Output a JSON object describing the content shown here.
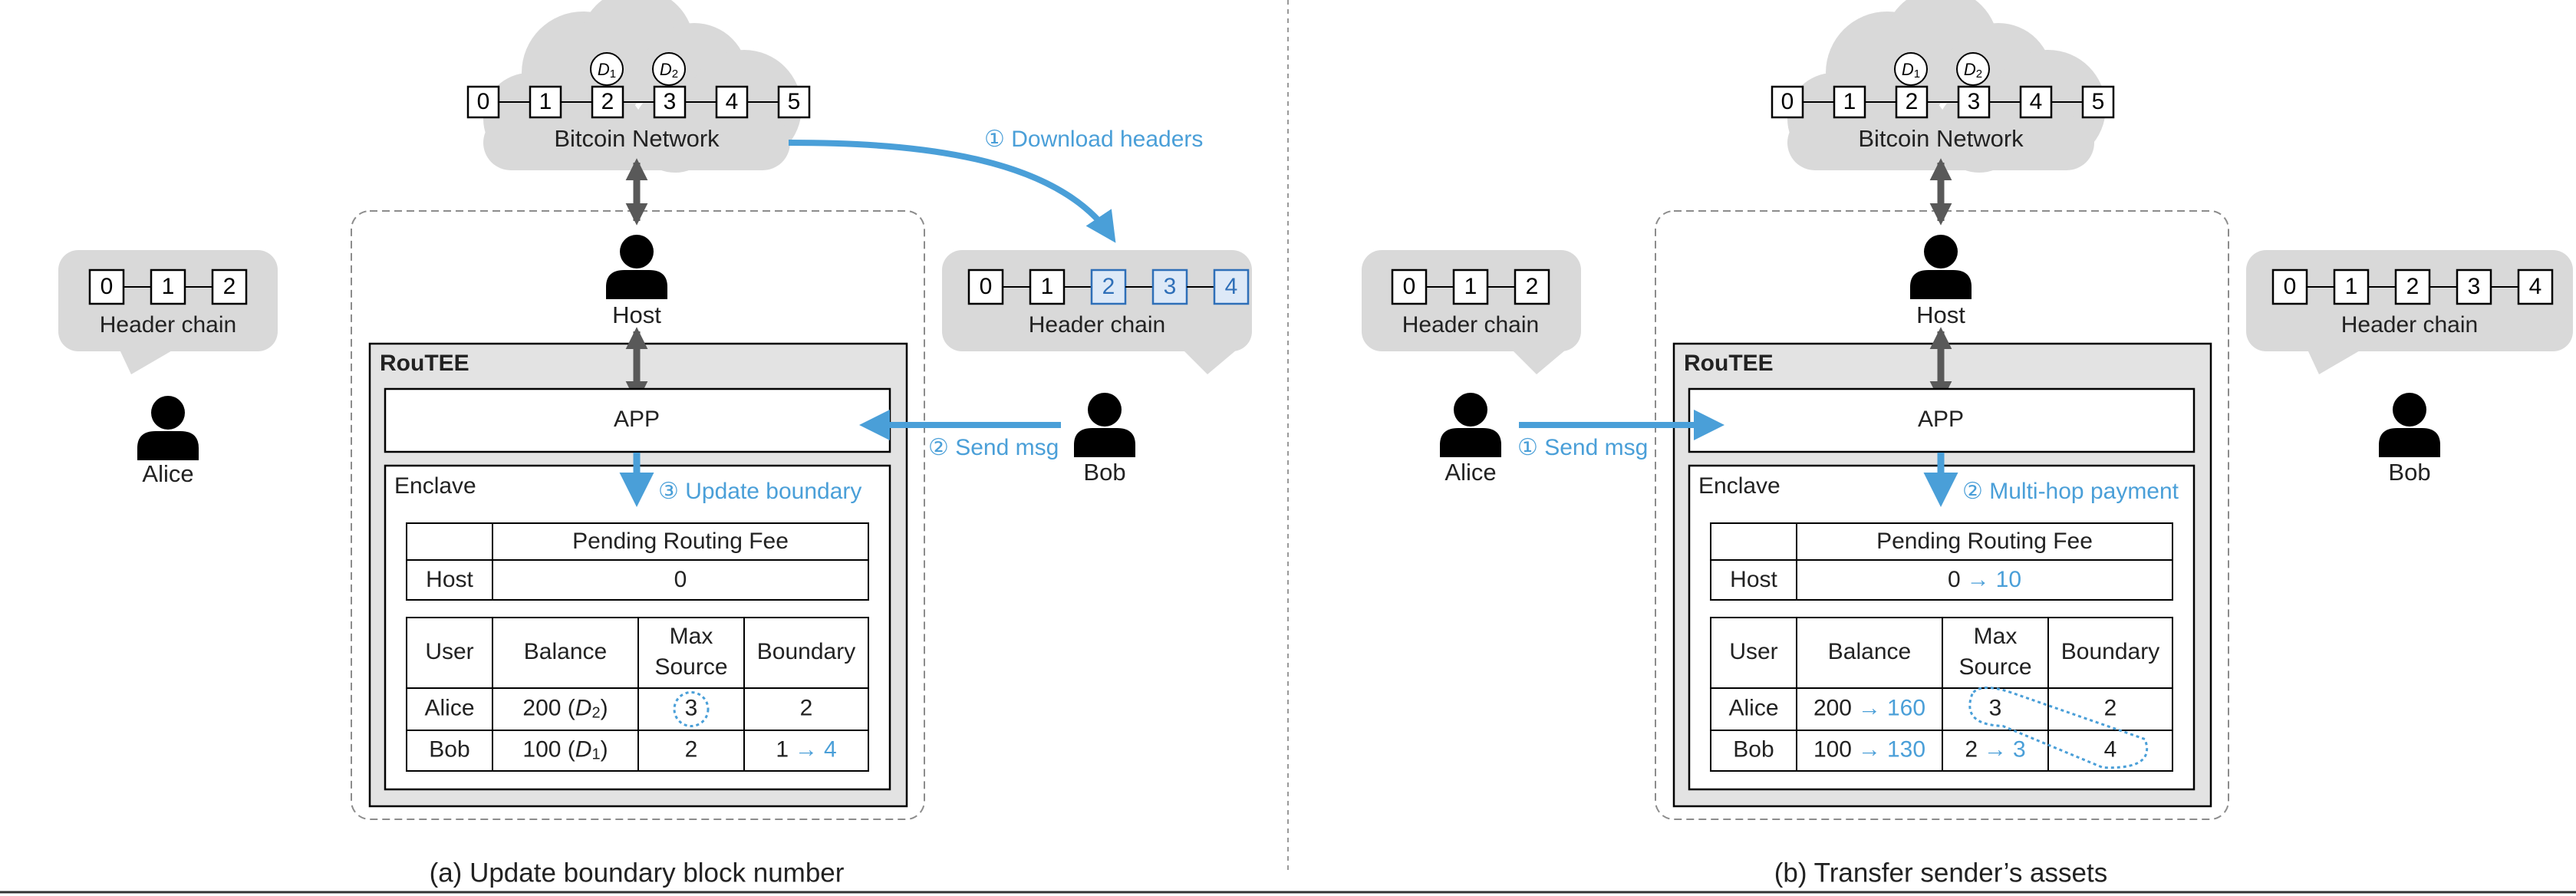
{
  "colors": {
    "accent": "#4a9fd8",
    "gray": "#d9d9d9",
    "dark": "#595959",
    "text": "#222222"
  },
  "icons": {
    "user": "person-silhouette-icon",
    "cloud": "cloud-icon",
    "bubble": "speech-bubble-icon"
  },
  "common": {
    "bitcoin_network": "Bitcoin Network",
    "header_chain": "Header chain",
    "host": "Host",
    "routee": "RouTEE",
    "app": "APP",
    "enclave": "Enclave",
    "pending_routing_fee": "Pending Routing Fee",
    "col_user": "User",
    "col_balance": "Balance",
    "col_max": "Max",
    "col_source": "Source",
    "col_boundary": "Boundary",
    "alice": "Alice",
    "bob": "Bob",
    "arrow": "→",
    "d_letter": "D",
    "chain_blocks": [
      "0",
      "1",
      "2",
      "3",
      "4",
      "5"
    ],
    "deposit_subs": [
      "1",
      "2"
    ]
  },
  "panel_a": {
    "caption": "(a) Update boundary block number",
    "step_download": "① Download headers",
    "step_send": "② Send msg",
    "step_update": "③ Update boundary",
    "alice_header_chain": [
      "0",
      "1",
      "2"
    ],
    "bob_header_chain": [
      "0",
      "1",
      "2",
      "3",
      "4"
    ],
    "host_fee": "0",
    "alice_balance": "200 (",
    "alice_deposit_sub": "2",
    "alice_max_source": "3",
    "alice_boundary": "2",
    "bob_balance": "100 (",
    "bob_deposit_sub": "1",
    "bob_max_source": "2",
    "bob_boundary_old": "1",
    "bob_boundary_new": "4",
    "close_paren": ")"
  },
  "panel_b": {
    "caption": "(b) Transfer sender’s assets",
    "step_send": "① Send msg",
    "step_payment": "② Multi-hop payment",
    "alice_header_chain": [
      "0",
      "1",
      "2"
    ],
    "bob_header_chain": [
      "0",
      "1",
      "2",
      "3",
      "4"
    ],
    "host_fee_old": "0",
    "host_fee_new": "10",
    "alice_balance_old": "200",
    "alice_balance_new": "160",
    "alice_max_source": "3",
    "alice_boundary": "2",
    "bob_balance_old": "100",
    "bob_balance_new": "130",
    "bob_max_source_old": "2",
    "bob_max_source_new": "3",
    "bob_boundary": "4"
  }
}
